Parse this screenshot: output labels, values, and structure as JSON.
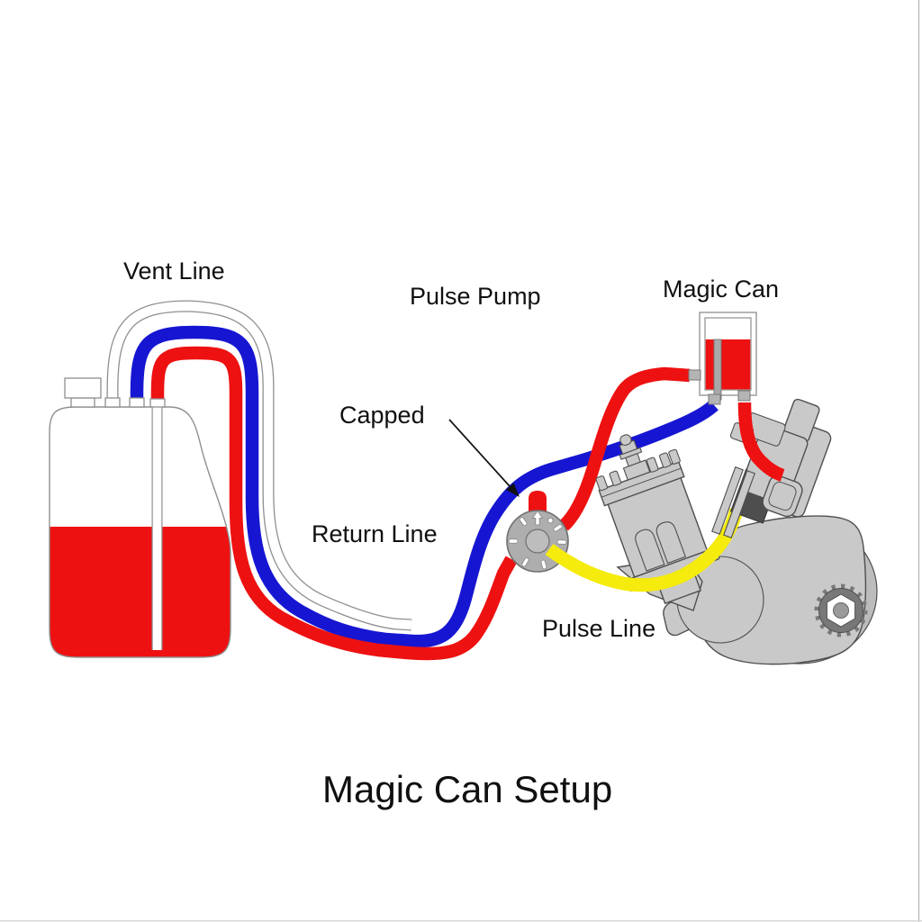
{
  "diagram_title": "Magic Can Setup",
  "labels": {
    "vent_line": "Vent Line",
    "pulse_pump": "Pulse Pump",
    "magic_can": "Magic Can",
    "capped": "Capped",
    "return_line": "Return Line",
    "pulse_line": "Pulse Line"
  },
  "colors": {
    "fuel_red": "#ee1111",
    "return_blue": "#1616d2",
    "pulse_yellow": "#f5eb0c",
    "engine_gray": "#c9c9c9",
    "engine_outline": "#4f4f4f",
    "rear_case_gray": "#bcbcbc",
    "pump_gray": "#aeaeae",
    "pump_outline": "#6f6f6f",
    "boot_dark_gray": "#4e4e4e",
    "fitting_gray": "#b4b4b4",
    "tube_outline_gray": "#8f8f8f",
    "label_black": "#101010",
    "background_white": "#ffffff"
  }
}
